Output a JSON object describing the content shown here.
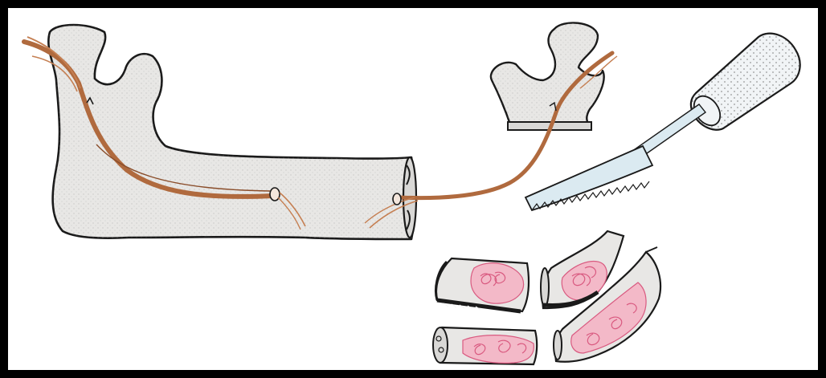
{
  "figure": {
    "kind": "hand-drawn surgical illustration",
    "colors": {
      "border": "#000000",
      "bone_fill": "#e9e8e6",
      "bone_outline": "#1a1a1a",
      "nerve": "#b06a3e",
      "marrow": "#e58aa6",
      "saw_handle": "#eef2f4",
      "saw_blade": "#dbeaf1"
    },
    "icons": [
      "mandible-bone",
      "condyle-segment",
      "inferior-alveolar-nerve",
      "bone-saw",
      "bone-graft-segments"
    ]
  }
}
